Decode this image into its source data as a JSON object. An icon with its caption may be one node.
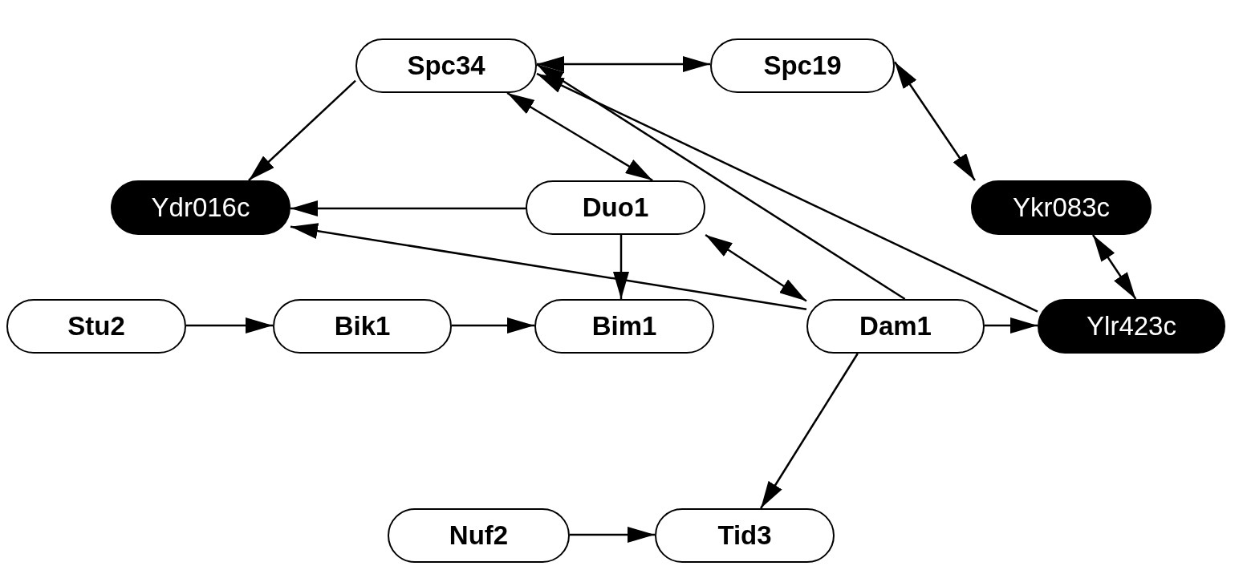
{
  "diagram": {
    "nodes": [
      {
        "text": [
          "Spc34"
        ]
      },
      {
        "text": [
          "Spc19"
        ]
      },
      {
        "text": [
          "Ydr016c"
        ]
      },
      {
        "text": [
          "Duo1"
        ]
      },
      {
        "text": [
          "Ykr083c"
        ]
      },
      {
        "text": [
          "Stu2"
        ]
      },
      {
        "text": [
          "Bik1"
        ]
      },
      {
        "text": [
          "Bim1"
        ]
      },
      {
        "text": [
          "Dam1"
        ]
      },
      {
        "text": [
          "Ylr423c"
        ]
      },
      {
        "text": [
          "Nuf2"
        ]
      },
      {
        "text": [
          "Tid3"
        ]
      }
    ],
    "edges": [
      {
        "from": 0,
        "to": 1,
        "arrow": "both"
      },
      {
        "from": 0,
        "to": 2,
        "arrow": "to"
      },
      {
        "from": 0,
        "to": 3,
        "arrow": "both"
      },
      {
        "from": 8,
        "to": 0,
        "arrow": "to"
      },
      {
        "from": 9,
        "to": 0,
        "arrow": "to"
      },
      {
        "from": 1,
        "to": 4,
        "arrow": "both"
      },
      {
        "from": 3,
        "to": 2,
        "arrow": "to"
      },
      {
        "from": 3,
        "to": 7,
        "arrow": "to"
      },
      {
        "from": 8,
        "to": 2,
        "arrow": "to"
      },
      {
        "from": 3,
        "to": 8,
        "arrow": "both"
      },
      {
        "from": 4,
        "to": 9,
        "arrow": "both"
      },
      {
        "from": 5,
        "to": 6,
        "arrow": "to"
      },
      {
        "from": 6,
        "to": 7,
        "arrow": "to"
      },
      {
        "from": 8,
        "to": 9,
        "arrow": "to"
      },
      {
        "from": 8,
        "to": 11,
        "arrow": "to"
      },
      {
        "from": 10,
        "to": 11,
        "arrow": "to"
      }
    ]
  }
}
